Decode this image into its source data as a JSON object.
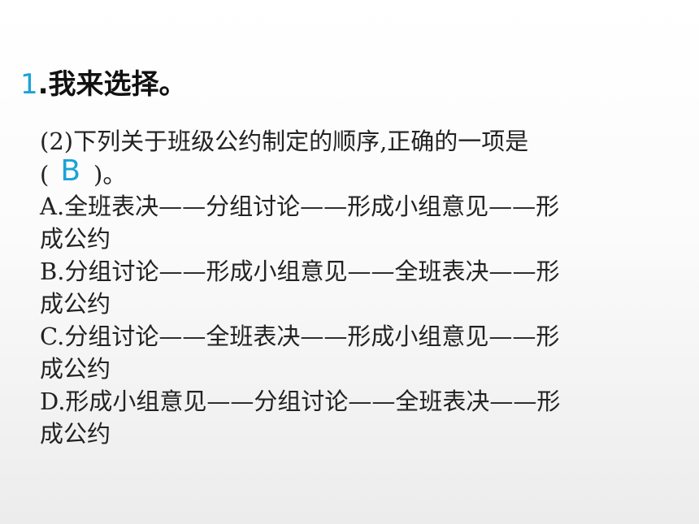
{
  "heading": {
    "number": "1",
    "text": ".我来选择。"
  },
  "question": {
    "stem_line1": "(2)下列关于班级公约制定的顺序,正确的一项是",
    "blank_open": "(",
    "answer": "B",
    "blank_close": ")。",
    "options": [
      {
        "line1": "A.全班表决——分组讨论——形成小组意见——形",
        "line2": "成公约"
      },
      {
        "line1": "B.分组讨论——形成小组意见——全班表决——形",
        "line2": "成公约"
      },
      {
        "line1": "C.分组讨论——全班表决——形成小组意见——形",
        "line2": "成公约"
      },
      {
        "line1": "D.形成小组意见——分组讨论——全班表决——形",
        "line2": "成公约"
      }
    ]
  },
  "colors": {
    "accent": "#1aa3d6",
    "text": "#222222"
  }
}
